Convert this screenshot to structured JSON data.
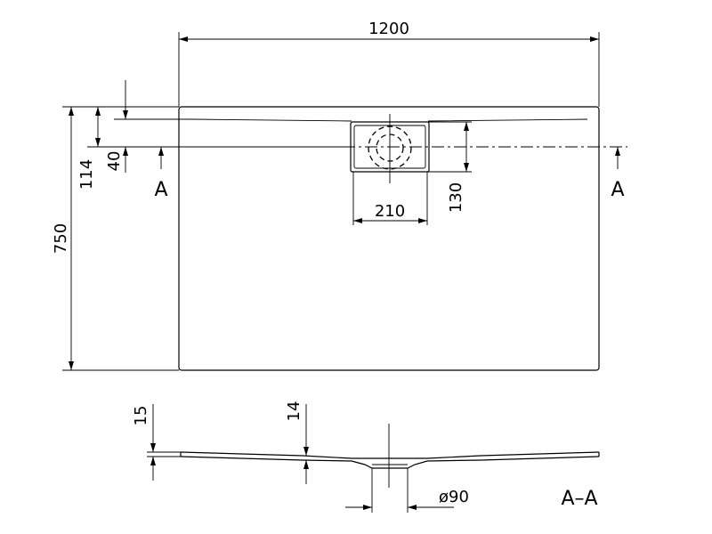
{
  "plan_view": {
    "width_label": "1200",
    "depth_label": "750",
    "offset_label": "114",
    "drain_offset_label": "40",
    "drain_width_label": "210",
    "drain_height_label": "130",
    "section_marker_left": "A",
    "section_marker_right": "A"
  },
  "section_view": {
    "edge_height_label": "15",
    "center_height_label": "14",
    "drain_diameter_label": "ø90",
    "title": "A–A"
  }
}
